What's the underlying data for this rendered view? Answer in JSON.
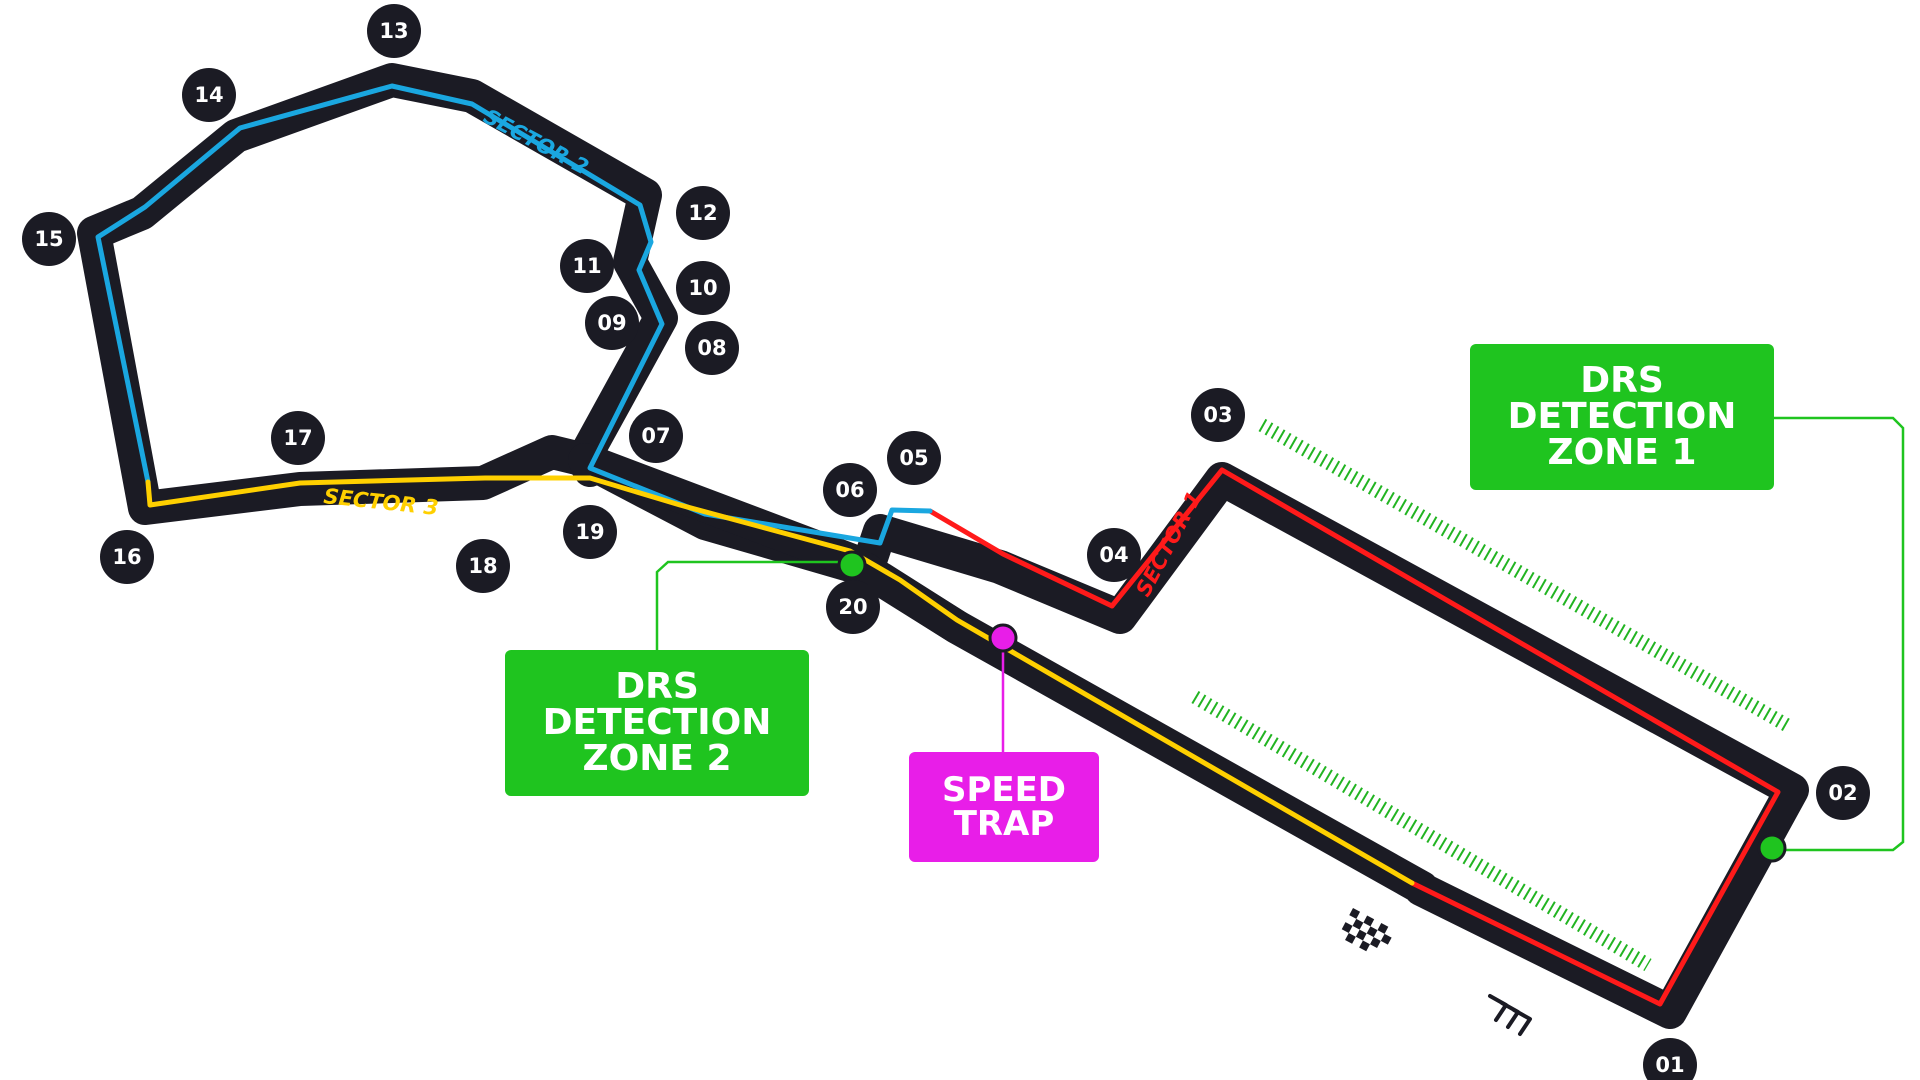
{
  "turns": [
    "01",
    "02",
    "03",
    "04",
    "05",
    "06",
    "07",
    "08",
    "09",
    "10",
    "11",
    "12",
    "13",
    "14",
    "15",
    "16",
    "17",
    "18",
    "19",
    "20"
  ],
  "sectors": {
    "s1": "SECTOR 1",
    "s2": "SECTOR 2",
    "s3": "SECTOR 3"
  },
  "callouts": {
    "drs1": [
      "DRS",
      "DETECTION",
      "ZONE 1"
    ],
    "drs2": [
      "DRS",
      "DETECTION",
      "ZONE 2"
    ],
    "speed_trap": [
      "SPEED",
      "TRAP"
    ]
  },
  "icons": [
    "chequered-flag-icon",
    "direction-chevrons-icon"
  ],
  "colors": {
    "track": "#1b1b24",
    "sector1": "#ff1a1a",
    "sector2": "#1aa7e0",
    "sector3": "#ffd000",
    "drs": "#1fc41f",
    "drs_hatch": "#22b422",
    "speed_trap": "#e81ee8",
    "turn_badge": "#1b1b24"
  }
}
